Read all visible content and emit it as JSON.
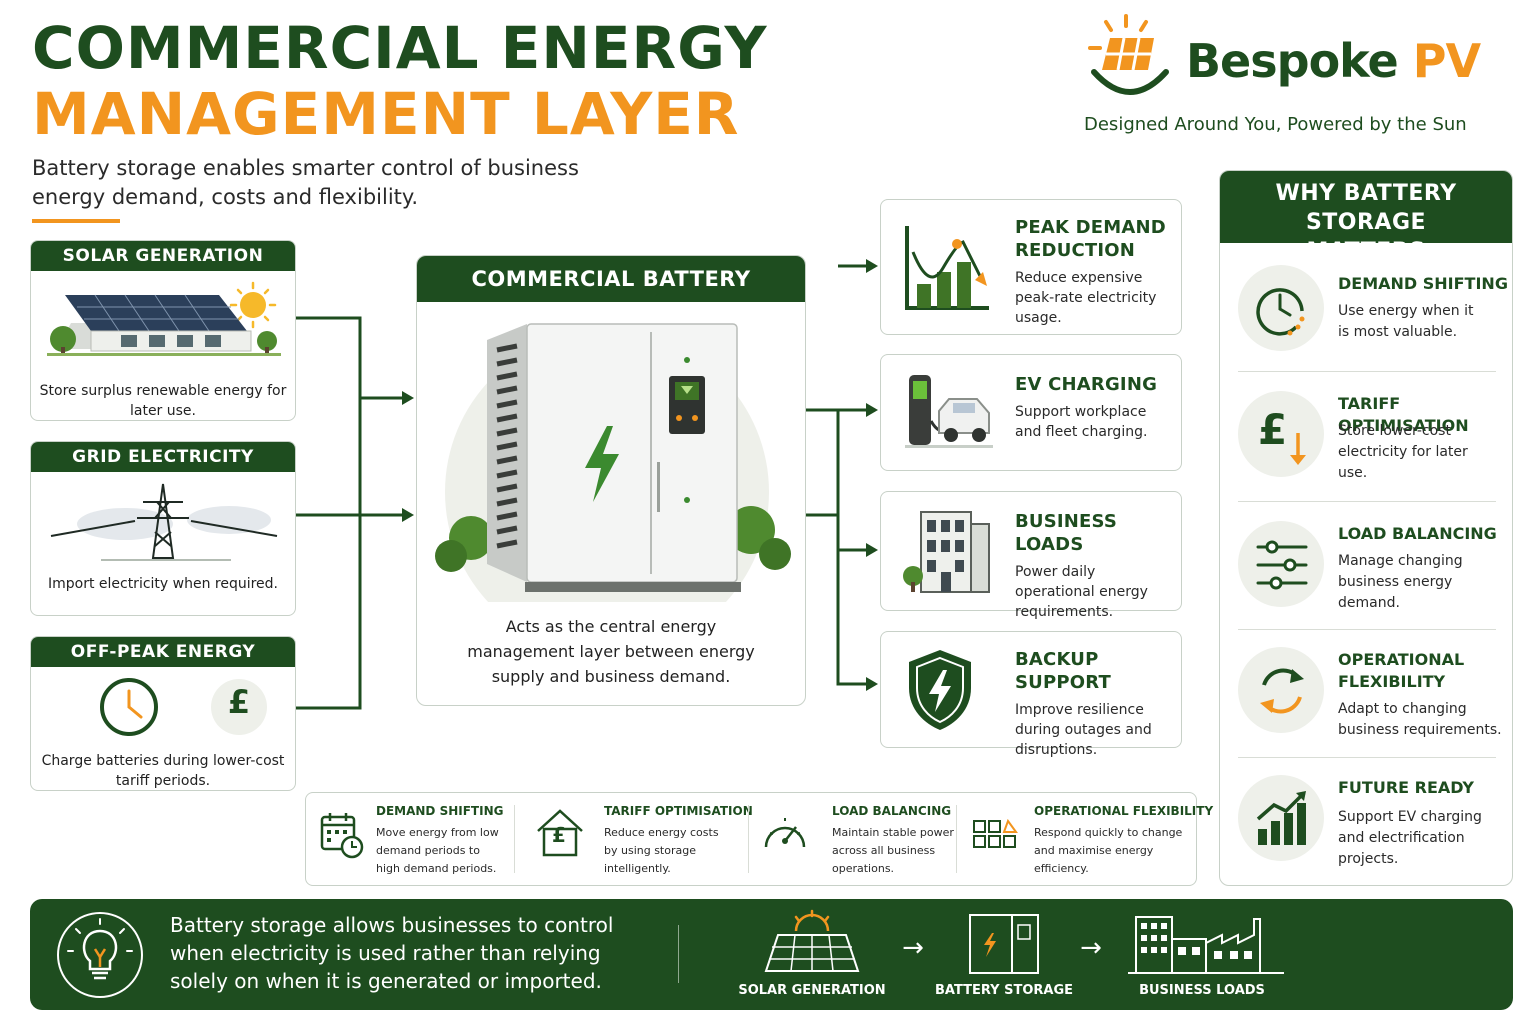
{
  "header": {
    "title_line1": "COMMERCIAL ENERGY",
    "title_line2": "MANAGEMENT LAYER",
    "subtitle": "Battery storage enables smarter control of business energy demand, costs and flexibility."
  },
  "brand": {
    "name_main": "Bespoke",
    "name_accent": "PV",
    "tagline": "Designed Around You, Powered by the Sun"
  },
  "inputs": [
    {
      "title": "SOLAR GENERATION",
      "text": "Store surplus renewable energy for later use."
    },
    {
      "title": "GRID ELECTRICITY",
      "text": "Import electricity when required."
    },
    {
      "title": "OFF-PEAK ENERGY",
      "text": "Charge batteries during lower-cost tariff periods.",
      "currency_symbol": "£"
    }
  ],
  "center": {
    "title": "COMMERCIAL BATTERY STORAGE",
    "text": "Acts as the central energy management layer between energy supply and business demand."
  },
  "outputs": [
    {
      "title": "PEAK DEMAND REDUCTION",
      "text": "Reduce expensive peak-rate electricity usage."
    },
    {
      "title": "EV CHARGING",
      "text": "Support workplace and fleet charging."
    },
    {
      "title": "BUSINESS LOADS",
      "text": "Power daily operational energy requirements."
    },
    {
      "title": "BACKUP SUPPORT",
      "text": "Improve resilience during outages and disruptions."
    }
  ],
  "why": {
    "title": "WHY BATTERY STORAGE MATTERS",
    "items": [
      {
        "title": "DEMAND SHIFTING",
        "text": "Use energy when it is most valuable."
      },
      {
        "title": "TARIFF OPTIMISATION",
        "text": "Store lower-cost electricity for later use.",
        "currency_symbol": "£"
      },
      {
        "title": "LOAD BALANCING",
        "text": "Manage changing business energy demand."
      },
      {
        "title": "OPERATIONAL FLEXIBILITY",
        "text": "Adapt to changing business requirements."
      },
      {
        "title": "FUTURE READY",
        "text": "Support EV charging and electrification projects."
      }
    ]
  },
  "benefits": [
    {
      "title": "DEMAND SHIFTING",
      "text": "Move energy from low demand periods to high demand periods."
    },
    {
      "title": "TARIFF OPTIMISATION",
      "text": "Reduce energy costs by using storage intelligently.",
      "currency_symbol": "£"
    },
    {
      "title": "LOAD BALANCING",
      "text": "Maintain stable power across all business operations."
    },
    {
      "title": "OPERATIONAL FLEXIBILITY",
      "text": "Respond quickly to change and maximise energy efficiency."
    }
  ],
  "footer": {
    "text": "Battery storage allows businesses to control when electricity is used rather than relying solely on when it is generated or imported.",
    "flow": [
      "SOLAR GENERATION",
      "BATTERY STORAGE",
      "BUSINESS LOADS"
    ],
    "arrow": "→"
  },
  "colors": {
    "green": "#1e4d1f",
    "orange": "#f2951f",
    "border": "#c8d1c8"
  }
}
